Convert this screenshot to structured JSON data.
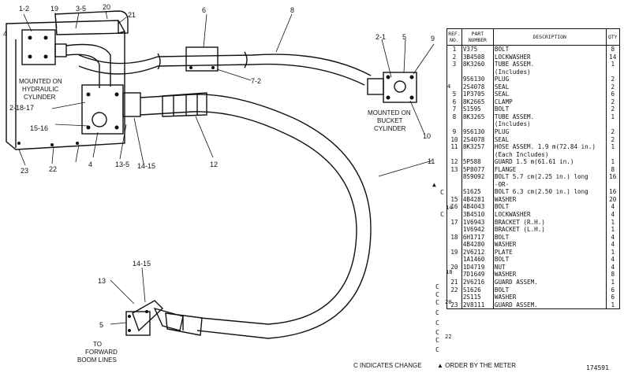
{
  "callouts": {
    "c1_2": "1-2",
    "c19": "19",
    "c3_5a": "3-5",
    "c20": "20",
    "c21": "21",
    "c4a": "4",
    "c6": "6",
    "c8": "8",
    "c7_2": "7-2",
    "c2_1": "2-1",
    "c5a": "5",
    "c9": "9",
    "c2_18_17": "2-18-17",
    "c15_16": "15-16",
    "c4b": "4",
    "c13_5": "13-5",
    "c14_15a": "14-15",
    "c12": "12",
    "c10": "10",
    "c11": "11",
    "c23": "23",
    "c22": "22",
    "c14_15b": "14-15",
    "c13": "13",
    "c5b": "5"
  },
  "notes": {
    "hyd_1": "MOUNTED ON",
    "hyd_2": "HYDRAULIC",
    "hyd_3": "CYLINDER",
    "bucket_1": "MOUNTED ON",
    "bucket_2": "BUCKET",
    "bucket_3": "CYLINDER",
    "boom_1": "TO",
    "boom_2": "FORWARD",
    "boom_3": "BOOM LINES"
  },
  "table": {
    "headers": {
      "ref": "REF. NO.",
      "part": "PART NUMBER",
      "desc": "DESCRIPTION",
      "qty": "QTY"
    },
    "rows": [
      [
        "1",
        "V375",
        "BOLT",
        "8"
      ],
      [
        "2",
        "3B4508",
        "LOCKWASHER",
        "14"
      ],
      [
        "3",
        "8K3260",
        "TUBE ASSEM.",
        "1"
      ],
      [
        "",
        "",
        "(Includes)",
        ""
      ],
      [
        "",
        "9S6130",
        "PLUG",
        "2"
      ],
      [
        "",
        "2S4078",
        "SEAL",
        "2"
      ],
      [
        "5",
        "1P3705",
        "SEAL",
        "6"
      ],
      [
        "6",
        "8K2665",
        "CLAMP",
        "2"
      ],
      [
        "7",
        "S1595",
        "BOLT",
        "2"
      ],
      [
        "8",
        "8K3265",
        "TUBE ASSEM.",
        "1"
      ],
      [
        "",
        "",
        "(Includes)",
        ""
      ],
      [
        "9",
        "9S6130",
        "PLUG",
        "2"
      ],
      [
        "10",
        "2S4078",
        "SEAL",
        "2"
      ],
      [
        "11",
        "8K3257",
        "HOSE ASSEM. 1.9 m(72.84 in.)",
        "1"
      ],
      [
        "",
        "",
        "(Each Includes)",
        ""
      ],
      [
        "12",
        "5P588",
        "GUARD 1.5 m(61.61 in.)",
        "1"
      ],
      [
        "13",
        "5P8077",
        "FLANGE",
        "8"
      ],
      [
        "",
        "8S9092",
        "BOLT 5.7 cm(2.25 in.) long",
        "16"
      ],
      [
        "",
        "",
        "-OR-",
        ""
      ],
      [
        "",
        "S1625",
        "BOLT 6.3 cm(2.50 in.) long",
        "16"
      ],
      [
        "15",
        "4B4281",
        "WASHER",
        "20"
      ],
      [
        "16",
        "4B4043",
        "BOLT",
        "4"
      ],
      [
        "",
        "3B4510",
        "LOCKWASHER",
        "4"
      ],
      [
        "17",
        "1V6943",
        "BRACKET (R.H.)",
        "1"
      ],
      [
        "",
        "1V6942",
        "BRACKET (L.H.)",
        "1"
      ],
      [
        "18",
        "6H1717",
        "BOLT",
        "4"
      ],
      [
        "",
        "4B4280",
        "WASHER",
        "4"
      ],
      [
        "19",
        "2V6212",
        "PLATE",
        "1"
      ],
      [
        "",
        "1A1460",
        "BOLT",
        "4"
      ],
      [
        "20",
        "1D4719",
        "NUT",
        "4"
      ],
      [
        "",
        "7D1649",
        "WASHER",
        "8"
      ],
      [
        "21",
        "2V6216",
        "GUARD ASSEM.",
        "1"
      ],
      [
        "22",
        "S1626",
        "BOLT",
        "6"
      ],
      [
        "",
        "2S115",
        "WASHER",
        "6"
      ],
      [
        "23",
        "2V8111",
        "GUARD ASSEM.",
        "1"
      ]
    ]
  },
  "row_marks": {
    "r4": "4",
    "r14": "14",
    "r18": "18",
    "r20": "20",
    "r22": "22",
    "mark12": "▲",
    "mark13": "C",
    "markS": "C",
    "c19": "C",
    "c19b": "C",
    "c20a": "C",
    "c20b": "C",
    "c21": "C",
    "c22": "C",
    "c22b": "C",
    "c23": "C"
  },
  "footer": {
    "change": "C INDICATES CHANGE",
    "order": "▲ ORDER BY THE METER",
    "num": "174591"
  }
}
